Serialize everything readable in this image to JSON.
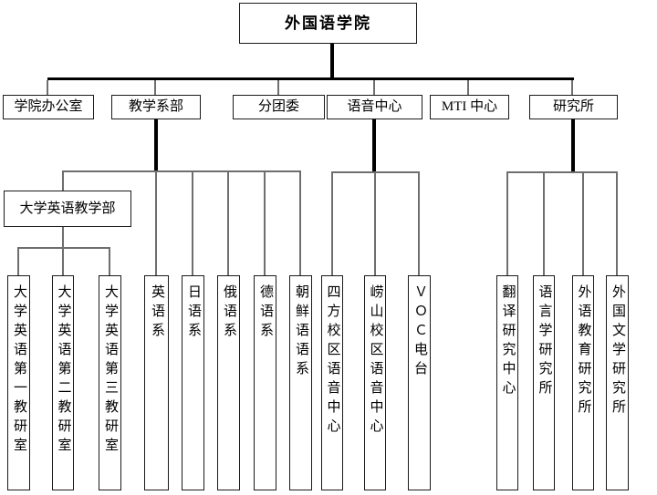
{
  "diagram": {
    "root": {
      "label": "外国语学院"
    },
    "level2": [
      {
        "label": "学院办公室"
      },
      {
        "label": "教学系部"
      },
      {
        "label": "分团委"
      },
      {
        "label": "语音中心"
      },
      {
        "label": "MTI 中心"
      },
      {
        "label": "研究所"
      }
    ],
    "teaching_branch": {
      "dept_label": "大学英语教学部",
      "dept_children": [
        "大学英语第一教研室",
        "大学英语第二教研室",
        "大学英语第三教研室"
      ],
      "departments": [
        "英语系",
        "日语系",
        "俄语系",
        "德语系",
        "朝鲜语语系"
      ]
    },
    "voice_children": [
      "四方校区语音中心",
      "崂山校区语音中心",
      "ＶＯＣ电台"
    ],
    "research_children": [
      "翻译研究中心",
      "语言学研究所",
      "外语教育研究所",
      "外国文学研究所"
    ]
  },
  "colors": {
    "background": "#ffffff",
    "box_border": "#1a1a1a",
    "line_thin": "#6e6e6e",
    "line_thick": "#000000",
    "text": "#000000"
  }
}
